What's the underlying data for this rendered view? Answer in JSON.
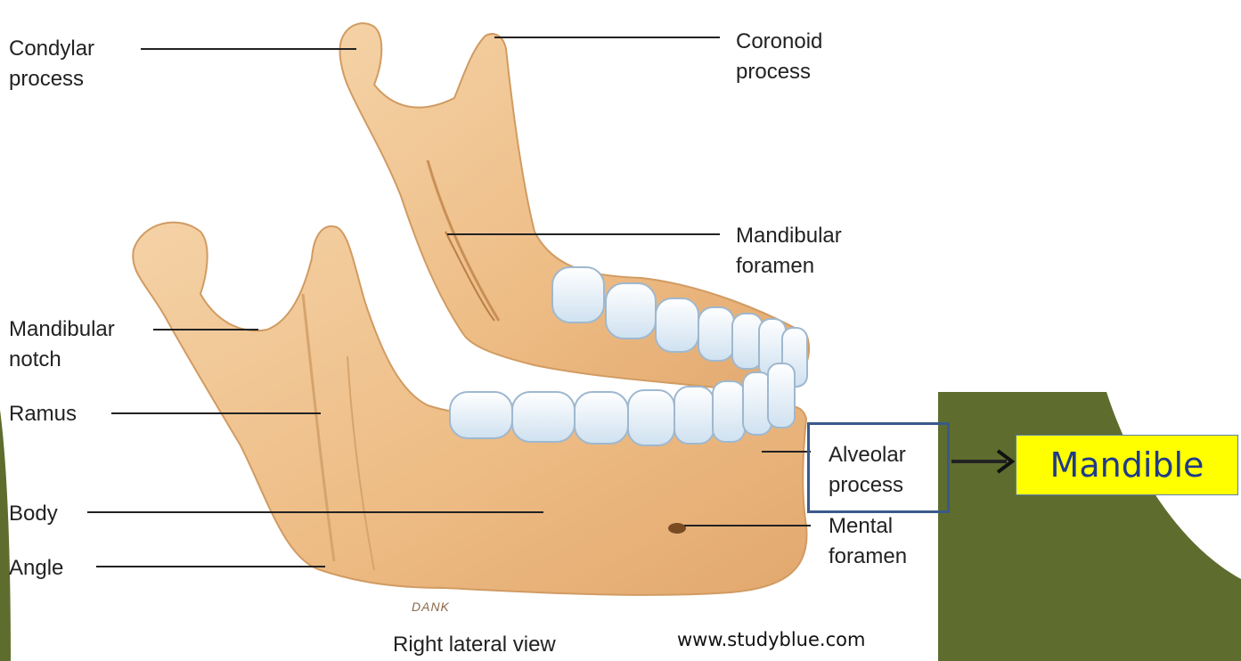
{
  "labels": {
    "condylar_process": "Condylar\nprocess",
    "coronoid_process": "Coronoid\nprocess",
    "mandibular_foramen": "Mandibular\nforamen",
    "mandibular_notch": "Mandibular\nnotch",
    "ramus": "Ramus",
    "body": "Body",
    "angle": "Angle",
    "alveolar_process": "Alveolar\nprocess",
    "mental_foramen": "Mental\nforamen"
  },
  "signature": "DANK",
  "caption": "Right lateral view",
  "source": "www.studyblue.com",
  "callout": {
    "text": "Mandible"
  },
  "colors": {
    "bone": "#efc38f",
    "olive": "#5e6d2e",
    "callout_bg": "#ffff00",
    "callout_text": "#1f3a8a",
    "highlight": "#3a5a8a"
  }
}
